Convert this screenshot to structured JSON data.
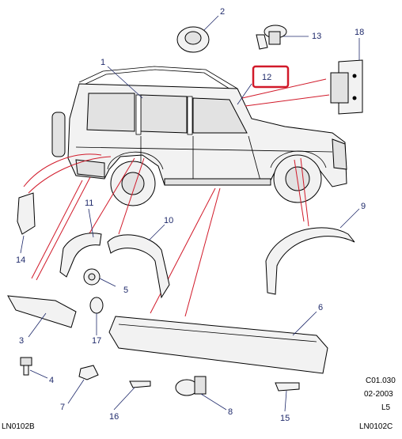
{
  "diagram": {
    "callouts": {
      "c1": "1",
      "c2": "2",
      "c3": "3",
      "c4": "4",
      "c5": "5",
      "c6": "6",
      "c7": "7",
      "c8": "8",
      "c9": "9",
      "c10": "10",
      "c11": "11",
      "c12": "12",
      "c13": "13",
      "c14": "14",
      "c15": "15",
      "c16": "16",
      "c17": "17",
      "c18": "18"
    },
    "highlight_color": "#d11a2a",
    "callout_color": "#1f2a6b",
    "footer": {
      "ref_code": "C01.030",
      "date": "02-2003",
      "level": "L5",
      "left_id": "LN0102B",
      "right_id": "LN0102C"
    }
  }
}
